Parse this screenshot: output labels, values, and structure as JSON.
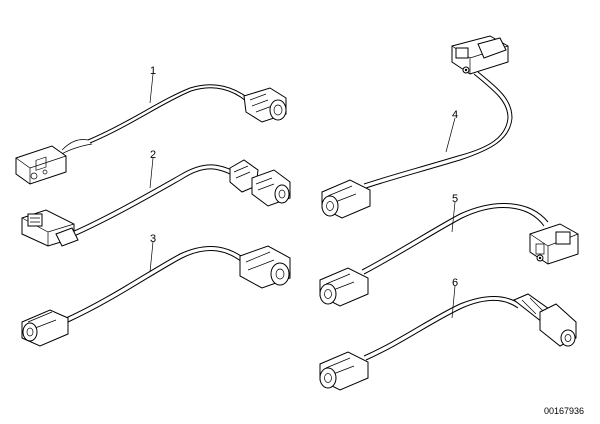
{
  "diagram": {
    "part_numbers": [
      "1",
      "2",
      "3",
      "4",
      "5",
      "6"
    ],
    "drawing_code": "00167936"
  },
  "colors": {
    "line": "#000000",
    "background": "#ffffff"
  }
}
